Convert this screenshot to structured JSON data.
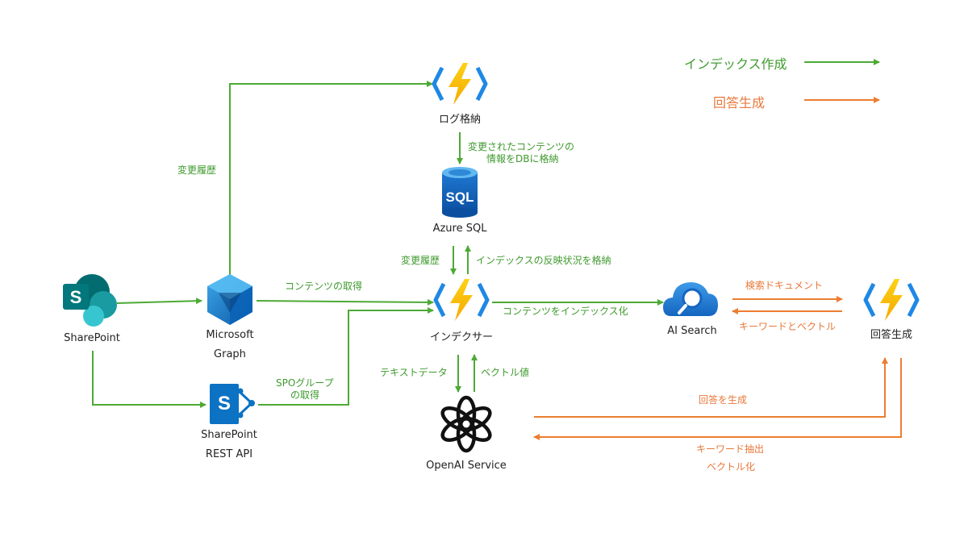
{
  "legend": {
    "index": "インデックス作成",
    "answer": "回答生成",
    "colors": {
      "index": "#4daa35",
      "answer": "#ed7d31"
    }
  },
  "nodes": {
    "sharepoint": "SharePoint",
    "graph_1": "Microsoft",
    "graph_2": "Graph",
    "rest_1": "SharePoint",
    "rest_2": "REST API",
    "log": "ログ格納",
    "sql": "Azure SQL",
    "indexer": "インデクサー",
    "openai": "OpenAI Service",
    "search": "AI Search",
    "answer": "回答生成"
  },
  "edges": {
    "change_history_top": "変更履歴",
    "log_to_sql_1": "変更されたコンテンツの",
    "log_to_sql_2": "情報をDBに格納",
    "sql_to_indexer": "変更履歴",
    "indexer_to_sql": "インデックスの反映状況を格納",
    "graph_to_indexer": "コンテンツの取得",
    "spo_group_1": "SPOグループ",
    "spo_group_2": "の取得",
    "indexer_to_search": "コンテンツをインデックス化",
    "text_data": "テキストデータ",
    "vector_value": "ベクトル値",
    "search_docs": "検索ドキュメント",
    "keyword_vector": "キーワードとベクトル",
    "generate_answer": "回答を生成",
    "keyword_extract": "キーワード抽出",
    "vectorize": "ベクトル化"
  },
  "icons": {
    "sharepoint": "sharepoint-icon",
    "graph": "microsoft-graph-icon",
    "rest": "sharepoint-rest-icon",
    "functions": "azure-functions-icon",
    "sql": "azure-sql-icon",
    "openai": "openai-icon",
    "search": "ai-search-icon"
  }
}
